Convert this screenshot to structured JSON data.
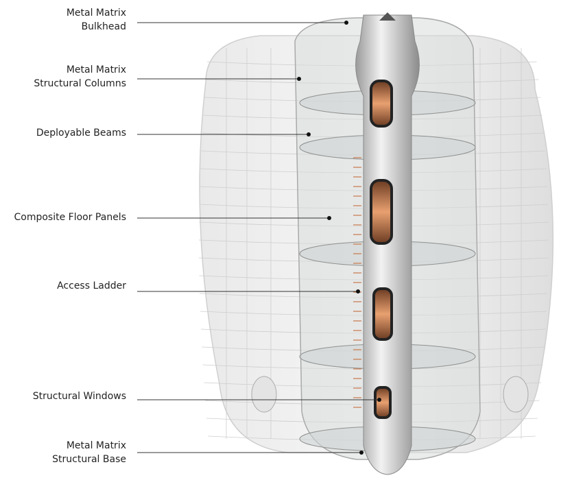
{
  "labels": {
    "bulkhead": {
      "line1": "Metal Matrix",
      "line2": "Bulkhead"
    },
    "columns": {
      "line1": "Metal Matrix",
      "line2": "Structural Columns"
    },
    "beams": {
      "line1": "Deployable Beams"
    },
    "floor": {
      "line1": "Composite Floor Panels"
    },
    "ladder": {
      "line1": "Access Ladder"
    },
    "windows": {
      "line1": "Structural Windows"
    },
    "base": {
      "line1": "Metal Matrix",
      "line2": "Structural Base"
    }
  },
  "colors": {
    "leader": "#333333",
    "shell": "#e6e6e6",
    "accent": "#c8784a"
  }
}
